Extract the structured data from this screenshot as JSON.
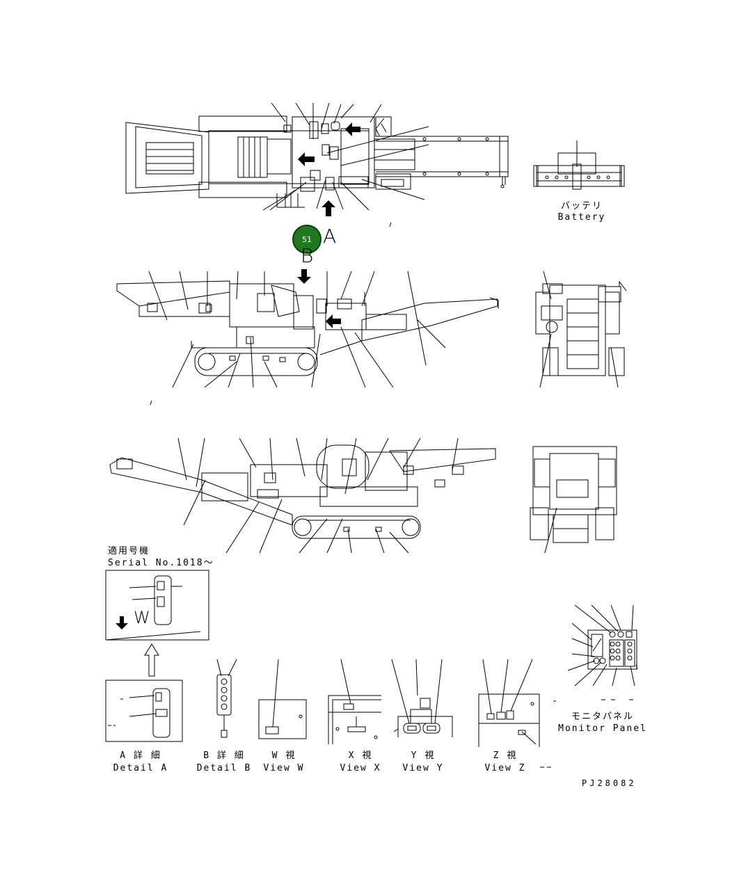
{
  "marker": {
    "number": "51"
  },
  "arrows": {
    "a": "A",
    "b": "B"
  },
  "battery": {
    "ja": "バッテリ",
    "en": "Battery"
  },
  "serial": {
    "ja": "適用号機",
    "en": "Serial No.1018～"
  },
  "w_letter": "W",
  "views": [
    {
      "ja": "A 詳 細",
      "en": "Detail A"
    },
    {
      "ja": "B 詳 細",
      "en": "Detail B"
    },
    {
      "ja": "W 視",
      "en": "View W"
    },
    {
      "ja": "X 視",
      "en": "View X"
    },
    {
      "ja": "Y 視",
      "en": "View Y"
    },
    {
      "ja": "Z 視",
      "en": "View Z"
    }
  ],
  "monitor_panel": {
    "ja": "モニタパネル",
    "en": "Monitor Panel"
  },
  "drawing_code": "PJ28082",
  "colors": {
    "marker": "#1f7a1f",
    "line": "#000000"
  }
}
